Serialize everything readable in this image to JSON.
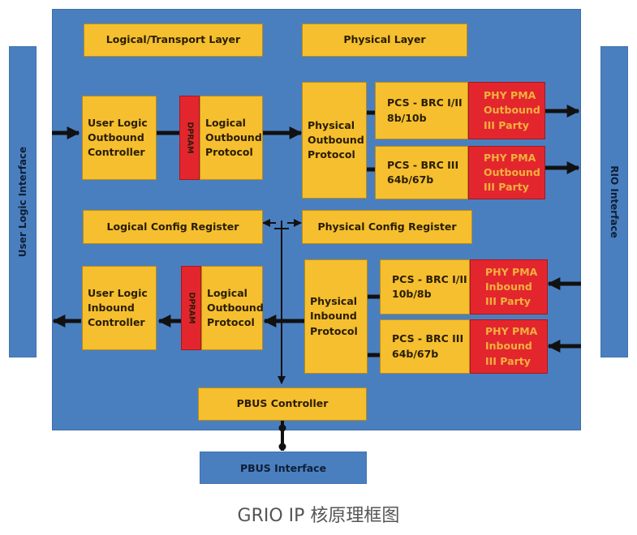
{
  "side_labels": {
    "left": "User Logic Interface",
    "right": "RIO Interface"
  },
  "headers": {
    "logical_transport": "Logical/Transport Layer",
    "physical": "Physical Layer"
  },
  "outbound": {
    "user_logic": "User Logic\nOutbound\nController",
    "dpram": "DPRAM",
    "logical_protocol": "Logical\nOutbound\nProtocol",
    "physical_protocol": "Physical\nOutbound\nProtocol",
    "pcs1": "PCS - BRC I/II\n8b/10b",
    "pma1": "PHY PMA\nOutbound\nIII Party",
    "pcs2": "PCS - BRC III\n64b/67b",
    "pma2": "PHY PMA\nOutbound\nIII Party"
  },
  "config": {
    "logical": "Logical Config Register",
    "physical": "Physical Config Register"
  },
  "inbound": {
    "user_logic": "User Logic\nInbound\nController",
    "dpram": "DPRAM",
    "logical_protocol": "Logical\nOutbound\nProtocol",
    "physical_protocol": "Physical\nInbound\nProtocol",
    "pcs1": "PCS - BRC I/II\n10b/8b",
    "pma1": "PHY PMA\nInbound\nIII Party",
    "pcs2": "PCS - BRC III\n64b/67b",
    "pma2": "PHY PMA\nInbound\nIII Party"
  },
  "pbus": {
    "controller": "PBUS Controller",
    "interface": "PBUS Interface"
  },
  "caption": "GRIO IP 核原理框图",
  "colors": {
    "panel_blue": "#4a7fbf",
    "block_yellow": "#f5bf2f",
    "block_red": "#e3262e",
    "wire_black": "#111111"
  }
}
